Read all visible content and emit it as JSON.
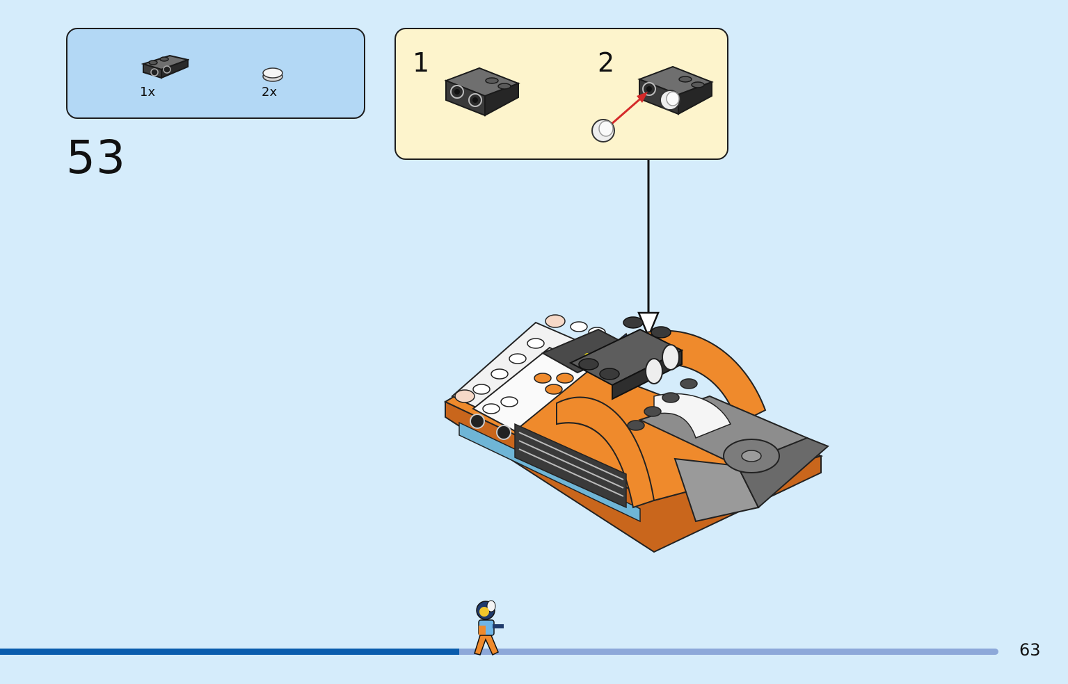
{
  "parts_list": {
    "items": [
      {
        "qty": "1x",
        "part": "dark-gray-bracket-plate-icon"
      },
      {
        "qty": "2x",
        "part": "trans-clear-round-tile-icon"
      }
    ]
  },
  "step": {
    "number": "53"
  },
  "sub_build": {
    "steps": [
      {
        "number": "1"
      },
      {
        "number": "2"
      }
    ]
  },
  "progress": {
    "fraction": 0.46
  },
  "page": {
    "number": "63"
  },
  "colors": {
    "background": "#d5ecfb",
    "parts_box": "#b3d8f5",
    "sub_box": "#fdf4cc",
    "progress_done": "#0a5cad",
    "progress_todo": "#8da8d9",
    "model_orange": "#ef8a2c"
  }
}
